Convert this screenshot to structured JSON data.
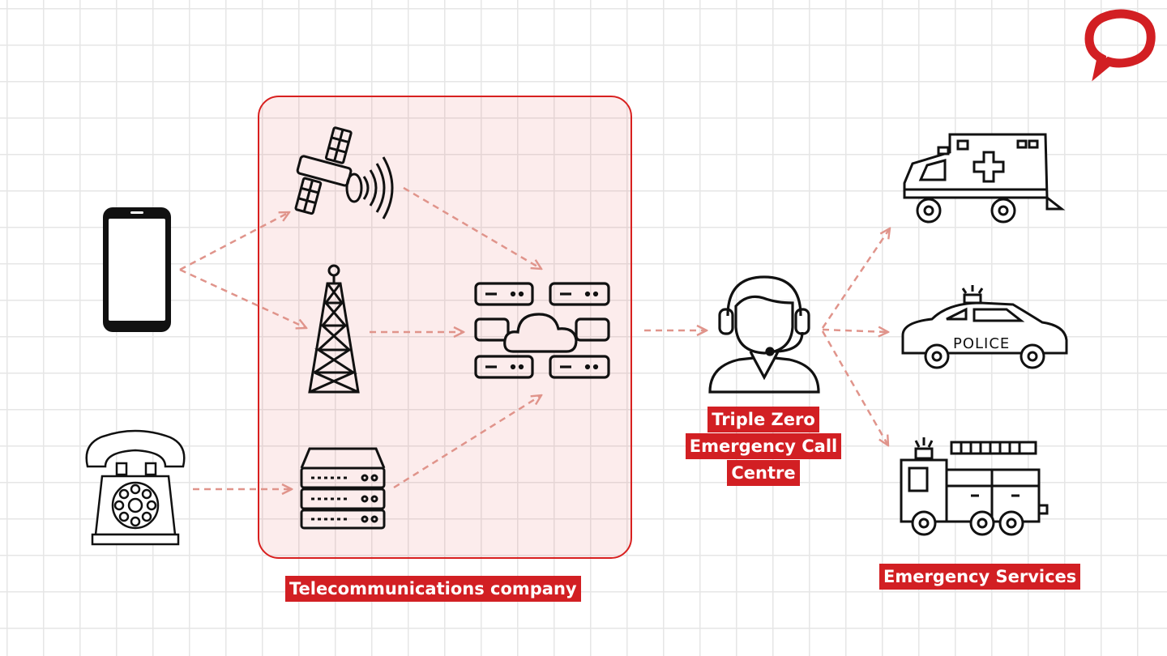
{
  "labels": {
    "telco": "Telecommunications company",
    "call_centre_lines": [
      "Triple Zero",
      "Emergency Call",
      "Centre"
    ],
    "emergency_services": "Emergency Services",
    "police_decal": "POLICE"
  },
  "icons": {
    "logo": "speech-bubble-logo-icon",
    "phone": "mobile-phone-icon",
    "landline": "rotary-telephone-icon",
    "satellite": "satellite-icon",
    "tower": "cell-tower-icon",
    "exchange": "server-rack-icon",
    "cloud_network": "cloud-network-icon",
    "operator": "call-operator-headset-icon",
    "ambulance": "ambulance-icon",
    "police": "police-car-icon",
    "fire_truck": "fire-truck-icon"
  },
  "colors": {
    "accent": "#d21f23",
    "arrow": "#e0948b",
    "box_fill": "rgba(220,40,40,0.09)",
    "icon_stroke": "#111111"
  }
}
